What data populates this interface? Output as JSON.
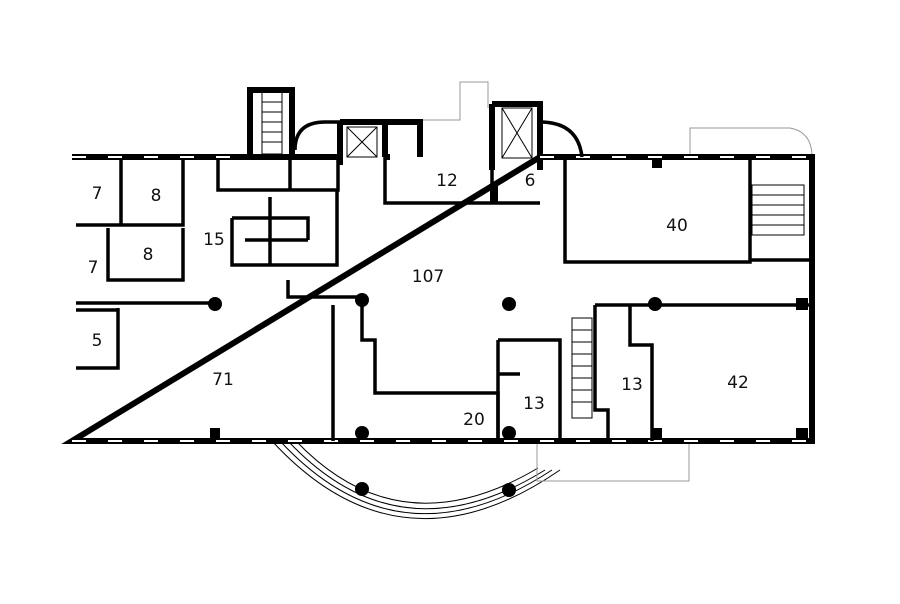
{
  "plan": {
    "rooms": [
      {
        "id": "room-7a",
        "area": "7"
      },
      {
        "id": "room-8a",
        "area": "8"
      },
      {
        "id": "room-7b",
        "area": "7"
      },
      {
        "id": "room-8b",
        "area": "8"
      },
      {
        "id": "room-15",
        "area": "15"
      },
      {
        "id": "room-12",
        "area": "12"
      },
      {
        "id": "room-6",
        "area": "6"
      },
      {
        "id": "room-40",
        "area": "40"
      },
      {
        "id": "room-107",
        "area": "107"
      },
      {
        "id": "room-5",
        "area": "5"
      },
      {
        "id": "room-71",
        "area": "71"
      },
      {
        "id": "room-20",
        "area": "20"
      },
      {
        "id": "room-13a",
        "area": "13"
      },
      {
        "id": "room-13b",
        "area": "13"
      },
      {
        "id": "room-42",
        "area": "42"
      }
    ]
  }
}
